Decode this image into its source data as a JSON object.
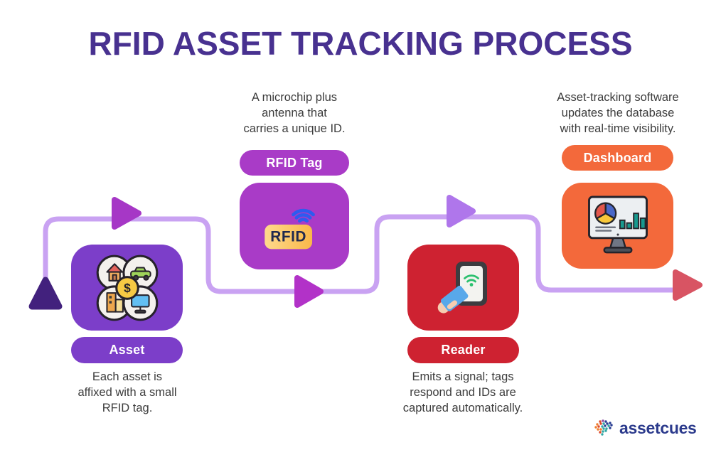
{
  "title": {
    "text": "RFID ASSET TRACKING PROCESS",
    "color": "#483190"
  },
  "steps": {
    "asset": {
      "label": "Asset",
      "description": "Each asset is\naffixed with a small\nRFID tag.",
      "color": "#7C3EC9"
    },
    "rfid_tag": {
      "label": "RFID Tag",
      "description": "A microchip plus\nantenna that\ncarries a unique ID.",
      "color": "#A93BC7"
    },
    "reader": {
      "label": "Reader",
      "description": "Emits a signal; tags\nrespond and IDs are\ncaptured automatically.",
      "color": "#CE2231"
    },
    "dashboard": {
      "label": "Dashboard",
      "description": "Asset-tracking software\nupdates the database\nwith real-time visibility.",
      "color": "#F3693B"
    }
  },
  "flow": {
    "line_color": "#C9A2F2",
    "start_marker_color": "#42217D",
    "arrow_colors": [
      "#A637C6",
      "#B232C8",
      "#AF76EB",
      "#D85463"
    ]
  },
  "icons": {
    "asset_icon": "asset-categories-icon",
    "asset_coin_symbol": "$",
    "rfid_icon": "rfid-tag-icon",
    "rfid_icon_text": "RFID",
    "reader_icon": "handheld-reader-icon",
    "dashboard_icon": "dashboard-monitor-icon",
    "logo_icon": "assetcues-dots-icon"
  },
  "logo": {
    "text": "assetcues",
    "color": "#2B3A8C"
  }
}
